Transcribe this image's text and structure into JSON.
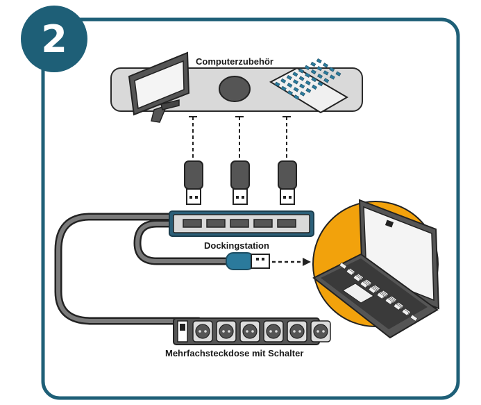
{
  "step": {
    "number": "2"
  },
  "labels": {
    "accessories": "Computerzubehör",
    "docking": "Dockingstation",
    "powerstrip": "Mehrfachsteckdose mit Schalter"
  },
  "colors": {
    "frame": "#1e5f77",
    "badge": "#1e5f77",
    "tray": "#d9d9d9",
    "laptop_circle": "#f2a20c",
    "usb_blue": "#2b7a9c",
    "cable": "#3a3a3a"
  },
  "icons": [
    "monitor-icon",
    "mouse-icon",
    "keyboard-icon",
    "usb-stick-icon",
    "docking-station-icon",
    "laptop-icon",
    "power-strip-icon"
  ]
}
